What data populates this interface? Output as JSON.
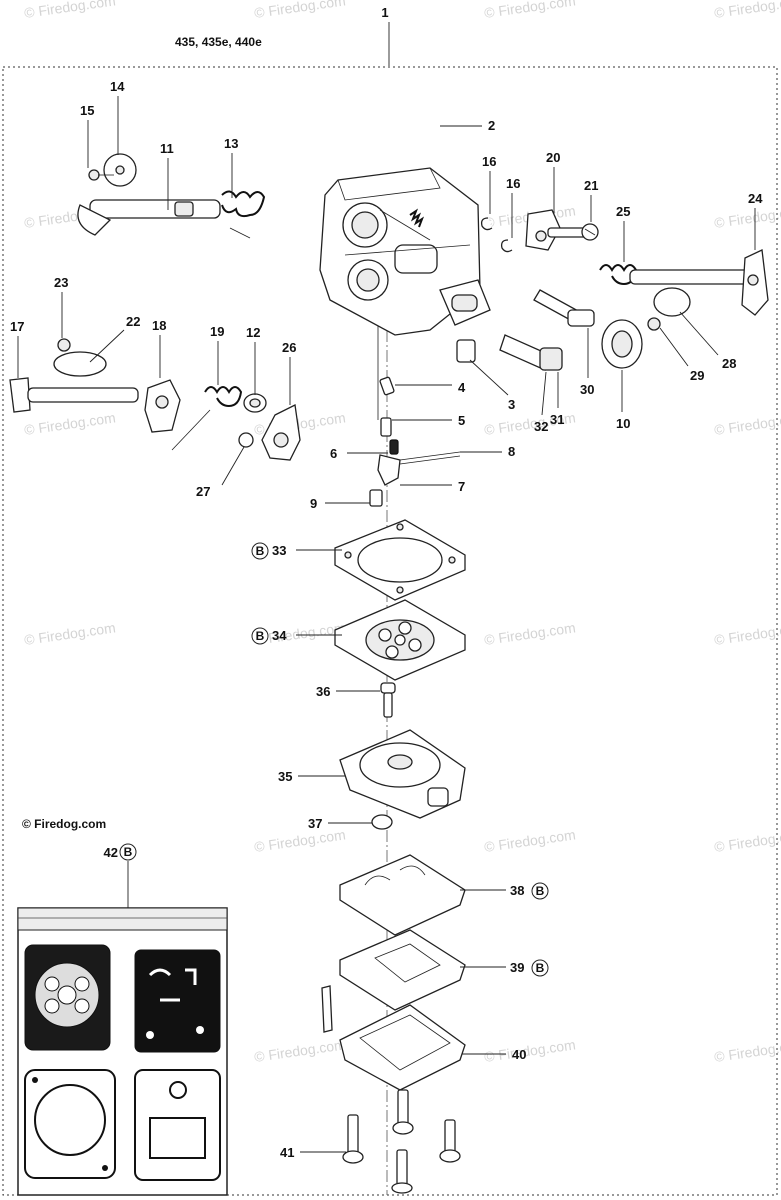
{
  "watermark": {
    "text": "© Firedog.com",
    "color": "#d4d4d4"
  },
  "header": {
    "models": "435, 435e, 440e",
    "assembly_number": "1"
  },
  "kit": {
    "copyright": "© Firedog.com",
    "callout": "42",
    "badge": "B"
  },
  "callouts": [
    {
      "id": "2",
      "text": "2",
      "badge": ""
    },
    {
      "id": "3",
      "text": "3",
      "badge": ""
    },
    {
      "id": "4",
      "text": "4",
      "badge": ""
    },
    {
      "id": "5",
      "text": "5",
      "badge": ""
    },
    {
      "id": "6",
      "text": "6",
      "badge": ""
    },
    {
      "id": "7",
      "text": "7",
      "badge": ""
    },
    {
      "id": "8",
      "text": "8",
      "badge": ""
    },
    {
      "id": "9",
      "text": "9",
      "badge": ""
    },
    {
      "id": "10",
      "text": "10",
      "badge": ""
    },
    {
      "id": "11",
      "text": "11",
      "badge": ""
    },
    {
      "id": "12",
      "text": "12",
      "badge": ""
    },
    {
      "id": "13",
      "text": "13",
      "badge": ""
    },
    {
      "id": "14",
      "text": "14",
      "badge": ""
    },
    {
      "id": "15",
      "text": "15",
      "badge": ""
    },
    {
      "id": "16a",
      "text": "16",
      "badge": ""
    },
    {
      "id": "16b",
      "text": "16",
      "badge": ""
    },
    {
      "id": "17",
      "text": "17",
      "badge": ""
    },
    {
      "id": "18",
      "text": "18",
      "badge": ""
    },
    {
      "id": "19",
      "text": "19",
      "badge": ""
    },
    {
      "id": "20",
      "text": "20",
      "badge": ""
    },
    {
      "id": "21",
      "text": "21",
      "badge": ""
    },
    {
      "id": "22",
      "text": "22",
      "badge": ""
    },
    {
      "id": "23",
      "text": "23",
      "badge": ""
    },
    {
      "id": "24",
      "text": "24",
      "badge": ""
    },
    {
      "id": "25",
      "text": "25",
      "badge": ""
    },
    {
      "id": "26",
      "text": "26",
      "badge": ""
    },
    {
      "id": "27",
      "text": "27",
      "badge": ""
    },
    {
      "id": "28",
      "text": "28",
      "badge": ""
    },
    {
      "id": "29",
      "text": "29",
      "badge": ""
    },
    {
      "id": "30",
      "text": "30",
      "badge": ""
    },
    {
      "id": "31",
      "text": "31",
      "badge": ""
    },
    {
      "id": "32",
      "text": "32",
      "badge": ""
    },
    {
      "id": "33",
      "text": "33",
      "badge": "B"
    },
    {
      "id": "34",
      "text": "34",
      "badge": "B"
    },
    {
      "id": "35",
      "text": "35",
      "badge": ""
    },
    {
      "id": "36",
      "text": "36",
      "badge": ""
    },
    {
      "id": "37",
      "text": "37",
      "badge": ""
    },
    {
      "id": "38",
      "text": "38",
      "badge": "B"
    },
    {
      "id": "39",
      "text": "39",
      "badge": "B"
    },
    {
      "id": "40",
      "text": "40",
      "badge": ""
    },
    {
      "id": "41",
      "text": "41",
      "badge": ""
    }
  ]
}
